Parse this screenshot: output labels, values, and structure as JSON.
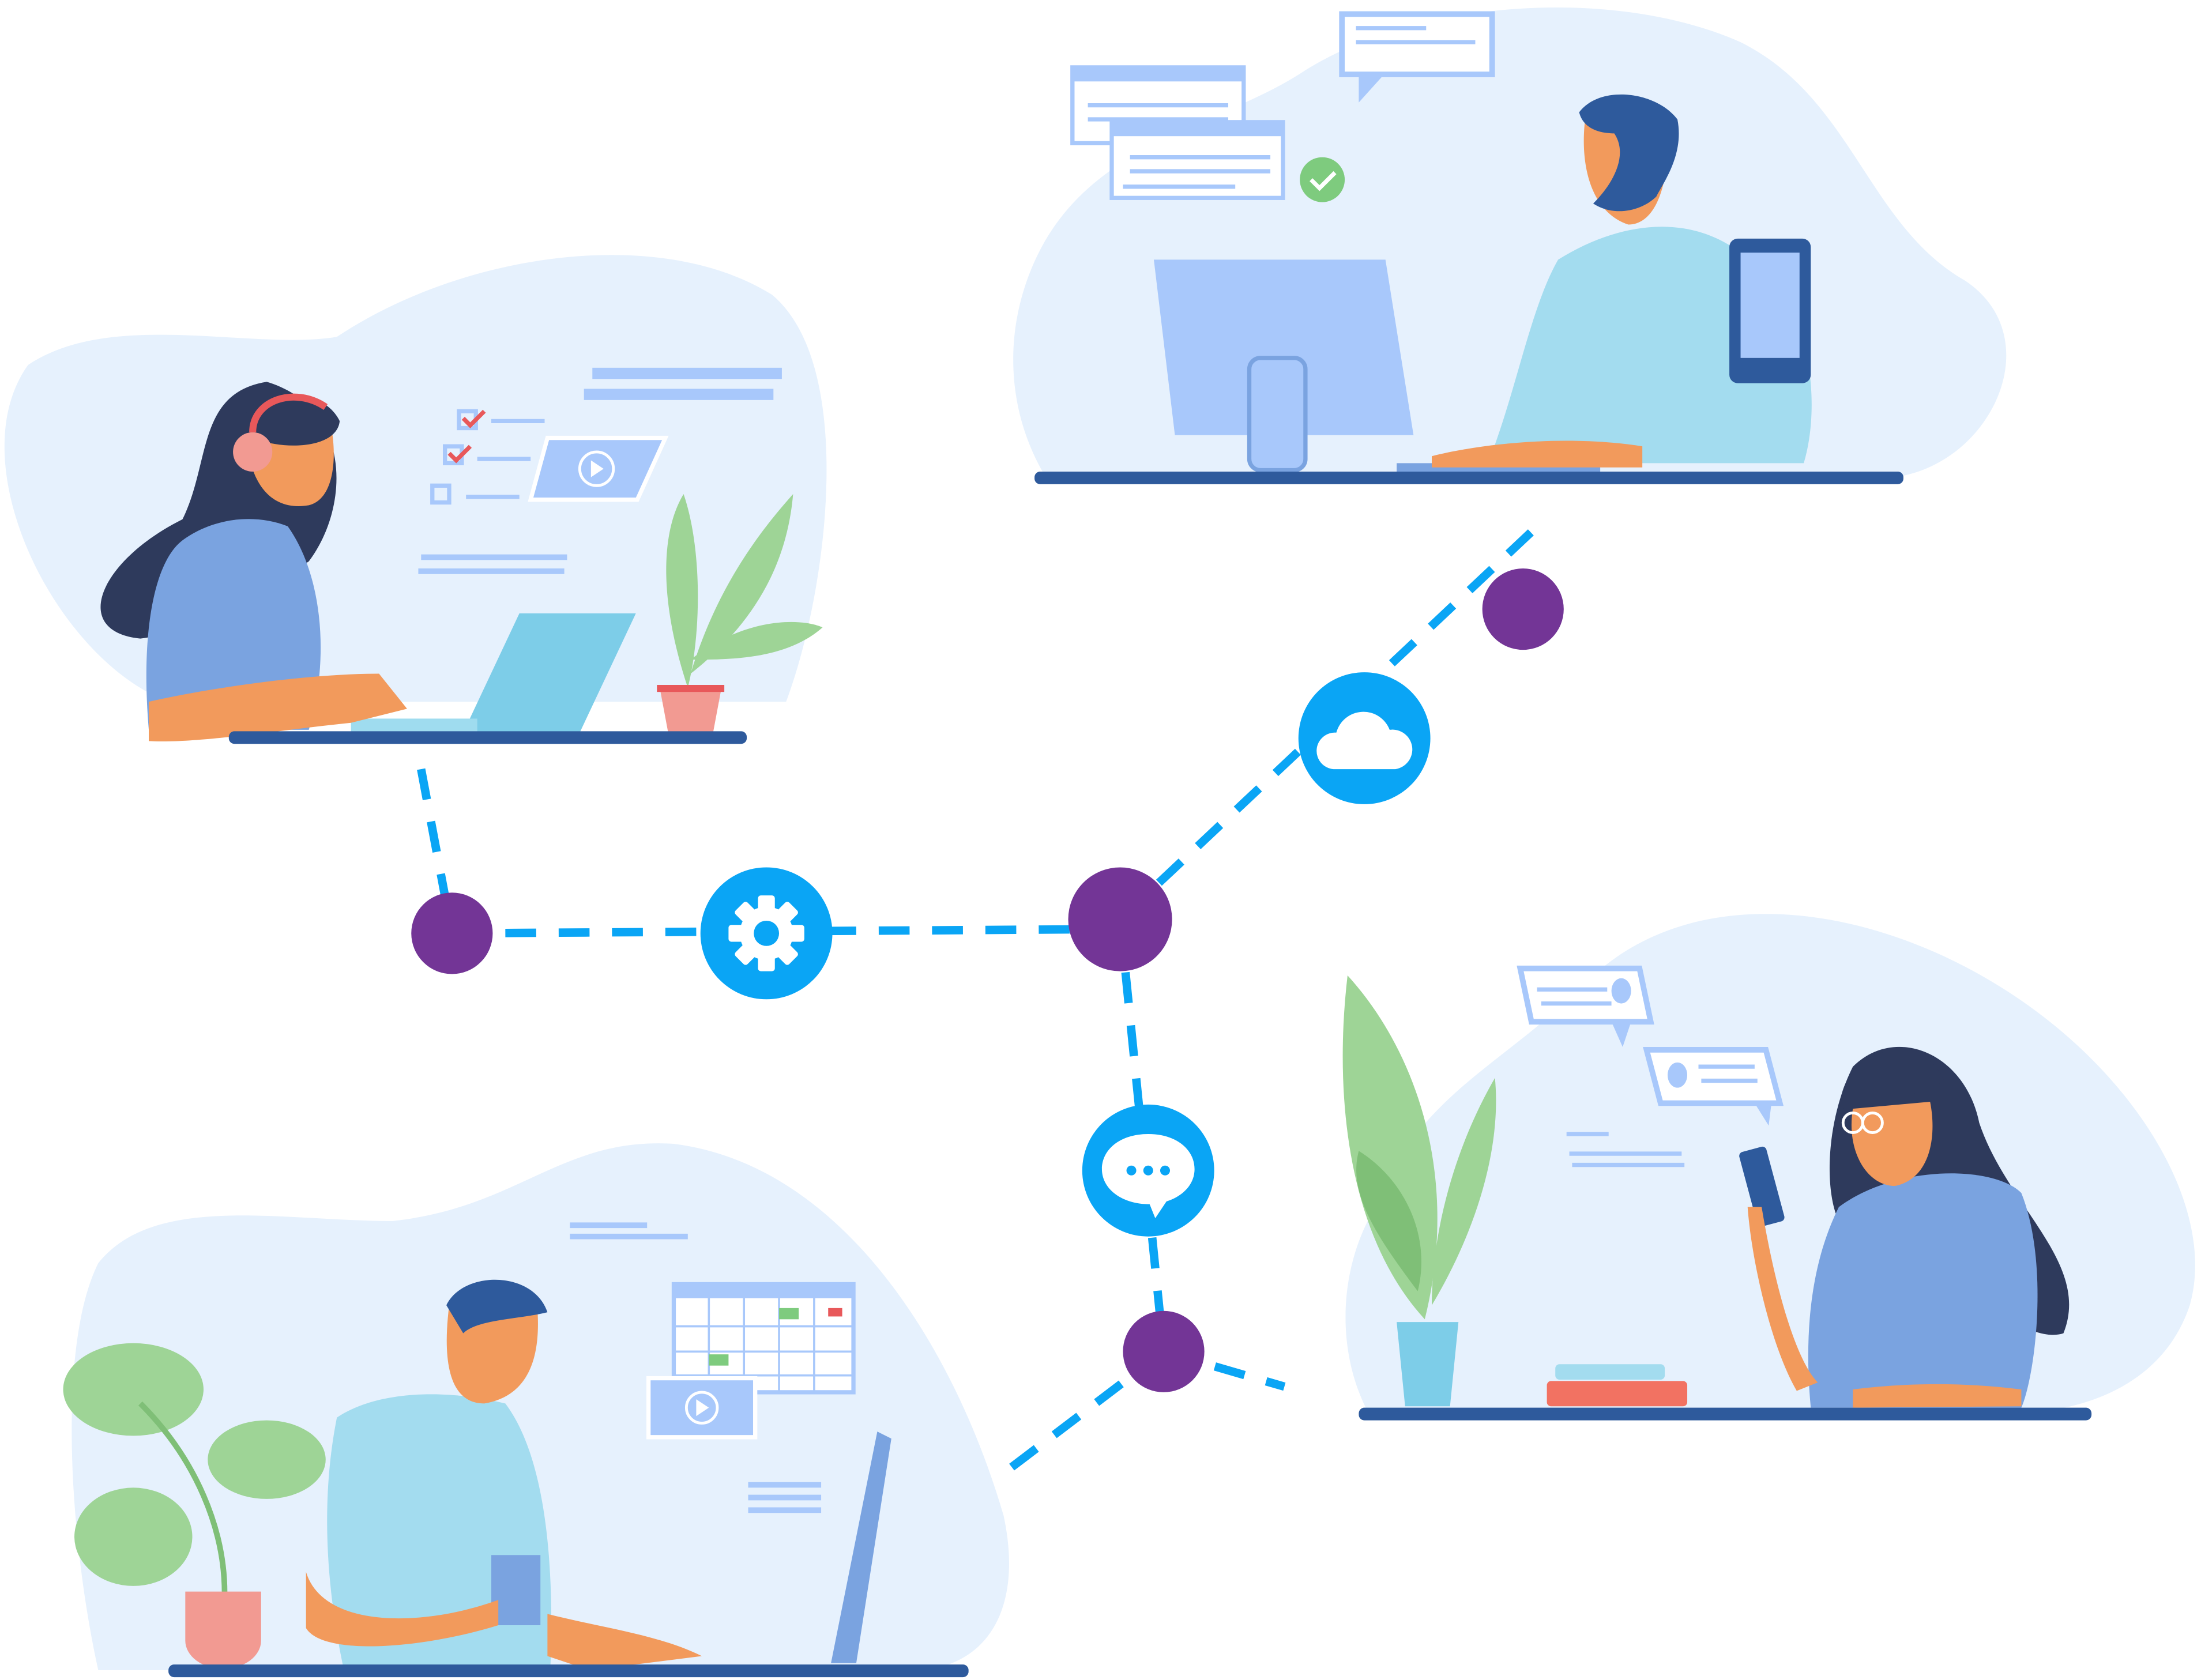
{
  "colors": {
    "background": "#ffffff",
    "blob": "#e6f1fd",
    "desk": "#2e5a9c",
    "node": "#733596",
    "connector": "#0aa5f5",
    "icon_circle": "#0aa5f5",
    "skin": "#f29a5c",
    "hair": "#2e3a5c",
    "shirt_blue": "#7aa3e0",
    "shirt_light": "#a3dcef",
    "screen": "#a8c8fb",
    "plant": "#9ed496",
    "pot": "#f29a92",
    "check": "#7ecb7e"
  },
  "scenes": [
    {
      "name": "woman-with-headphones-laptop"
    },
    {
      "name": "man-at-desktop-with-tablet"
    },
    {
      "name": "man-at-monitor-with-cup"
    },
    {
      "name": "woman-with-phone"
    }
  ],
  "icons": [
    "gear-icon",
    "cloud-icon",
    "chat-bubble-icon"
  ]
}
